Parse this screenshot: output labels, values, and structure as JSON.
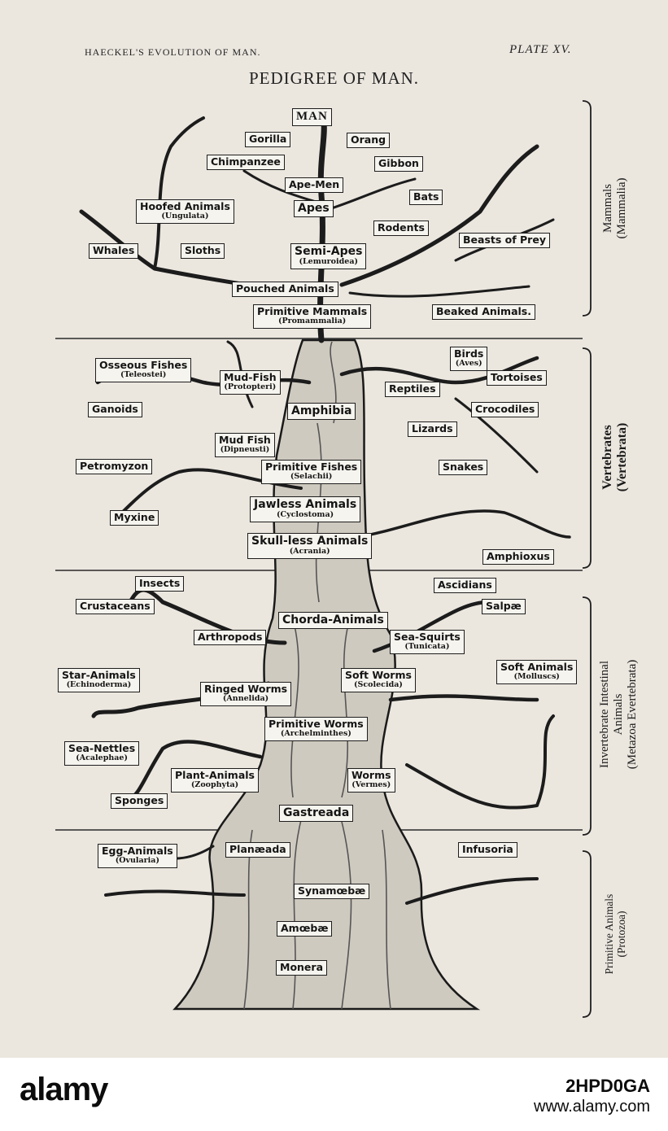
{
  "header": {
    "left": "HAECKEL'S EVOLUTION OF MAN.",
    "right": "PLATE XV.",
    "title": "PEDIGREE OF MAN."
  },
  "sections": [
    {
      "label": "Mammals",
      "sublabel": "(Mammalia)"
    },
    {
      "label": "Vertebrates",
      "sublabel": "(Vertebrata)"
    },
    {
      "label": "Invertebrate Intestinal",
      "label2": "Animals",
      "sublabel": "(Metazoa Evertebrata)"
    },
    {
      "label": "Primitive Animals",
      "sublabel": "(Protozoa)"
    }
  ],
  "labels": {
    "man": {
      "name": "MAN"
    },
    "gorilla": {
      "name": "Gorilla"
    },
    "orang": {
      "name": "Orang"
    },
    "chimpanzee": {
      "name": "Chimpanzee"
    },
    "gibbon": {
      "name": "Gibbon"
    },
    "ape_men": {
      "name": "Ape-Men"
    },
    "bats": {
      "name": "Bats"
    },
    "hoofed": {
      "name": "Hoofed Animals",
      "sub": "(Ungulata)"
    },
    "apes": {
      "name": "Apes"
    },
    "rodents": {
      "name": "Rodents"
    },
    "beasts": {
      "name": "Beasts of Prey"
    },
    "whales": {
      "name": "Whales"
    },
    "sloths": {
      "name": "Sloths"
    },
    "semi_apes": {
      "name": "Semi-Apes",
      "sub": "(Lemuroidea)"
    },
    "pouched": {
      "name": "Pouched Animals"
    },
    "prim_mammals": {
      "name": "Primitive Mammals",
      "sub": "(Promammalia)"
    },
    "beaked": {
      "name": "Beaked Animals."
    },
    "osseous": {
      "name": "Osseous Fishes",
      "sub": "(Teleostei)"
    },
    "mud_fish": {
      "name": "Mud-Fish",
      "sub": "(Protopteri)"
    },
    "birds": {
      "name": "Birds",
      "sub": "(Aves)"
    },
    "tortoises": {
      "name": "Tortoises"
    },
    "reptiles": {
      "name": "Reptiles"
    },
    "ganoids": {
      "name": "Ganoids"
    },
    "amphibia": {
      "name": "Amphibia"
    },
    "crocodiles": {
      "name": "Crocodiles"
    },
    "lizards": {
      "name": "Lizards"
    },
    "mud_fish2": {
      "name": "Mud Fish",
      "sub": "(Dipneusti)"
    },
    "petromyzon": {
      "name": "Petromyzon"
    },
    "prim_fishes": {
      "name": "Primitive Fishes",
      "sub": "(Selachii)"
    },
    "snakes": {
      "name": "Snakes"
    },
    "jawless": {
      "name": "Jawless Animals",
      "sub": "(Cyclostoma)"
    },
    "myxine": {
      "name": "Myxine"
    },
    "skullless": {
      "name": "Skull-less Animals",
      "sub": "(Acrania)"
    },
    "amphioxus": {
      "name": "Amphioxus"
    },
    "insects": {
      "name": "Insects"
    },
    "ascidians": {
      "name": "Ascidians"
    },
    "crustaceans": {
      "name": "Crustaceans"
    },
    "chorda": {
      "name": "Chorda-Animals"
    },
    "salpae": {
      "name": "Salpæ"
    },
    "arthropods": {
      "name": "Arthropods"
    },
    "sea_squirts": {
      "name": "Sea-Squirts",
      "sub": "(Tunicata)"
    },
    "star": {
      "name": "Star-Animals",
      "sub": "(Echinoderma)"
    },
    "soft_animals": {
      "name": "Soft Animals",
      "sub": "(Molluscs)"
    },
    "soft_worms": {
      "name": "Soft Worms",
      "sub": "(Scolecida)"
    },
    "ringed": {
      "name": "Ringed Worms",
      "sub": "(Annelida)"
    },
    "prim_worms": {
      "name": "Primitive Worms",
      "sub": "(Archelminthes)"
    },
    "sea_nettles": {
      "name": "Sea-Nettles",
      "sub": "(Acalephae)"
    },
    "plant_animals": {
      "name": "Plant-Animals",
      "sub": "(Zoophyta)"
    },
    "worms": {
      "name": "Worms",
      "sub": "(Vermes)"
    },
    "sponges": {
      "name": "Sponges"
    },
    "gastreada": {
      "name": "Gastreada"
    },
    "egg": {
      "name": "Egg-Animals",
      "sub": "(Ovularia)"
    },
    "planaeada": {
      "name": "Planæada"
    },
    "infusoria": {
      "name": "Infusoria"
    },
    "synamoebae": {
      "name": "Synamœbæ"
    },
    "amoebae": {
      "name": "Amœbæ"
    },
    "monera": {
      "name": "Monera"
    }
  },
  "watermark": {
    "logo": "alamy",
    "image_id": "2HPD0GA",
    "url": "www.alamy.com"
  }
}
